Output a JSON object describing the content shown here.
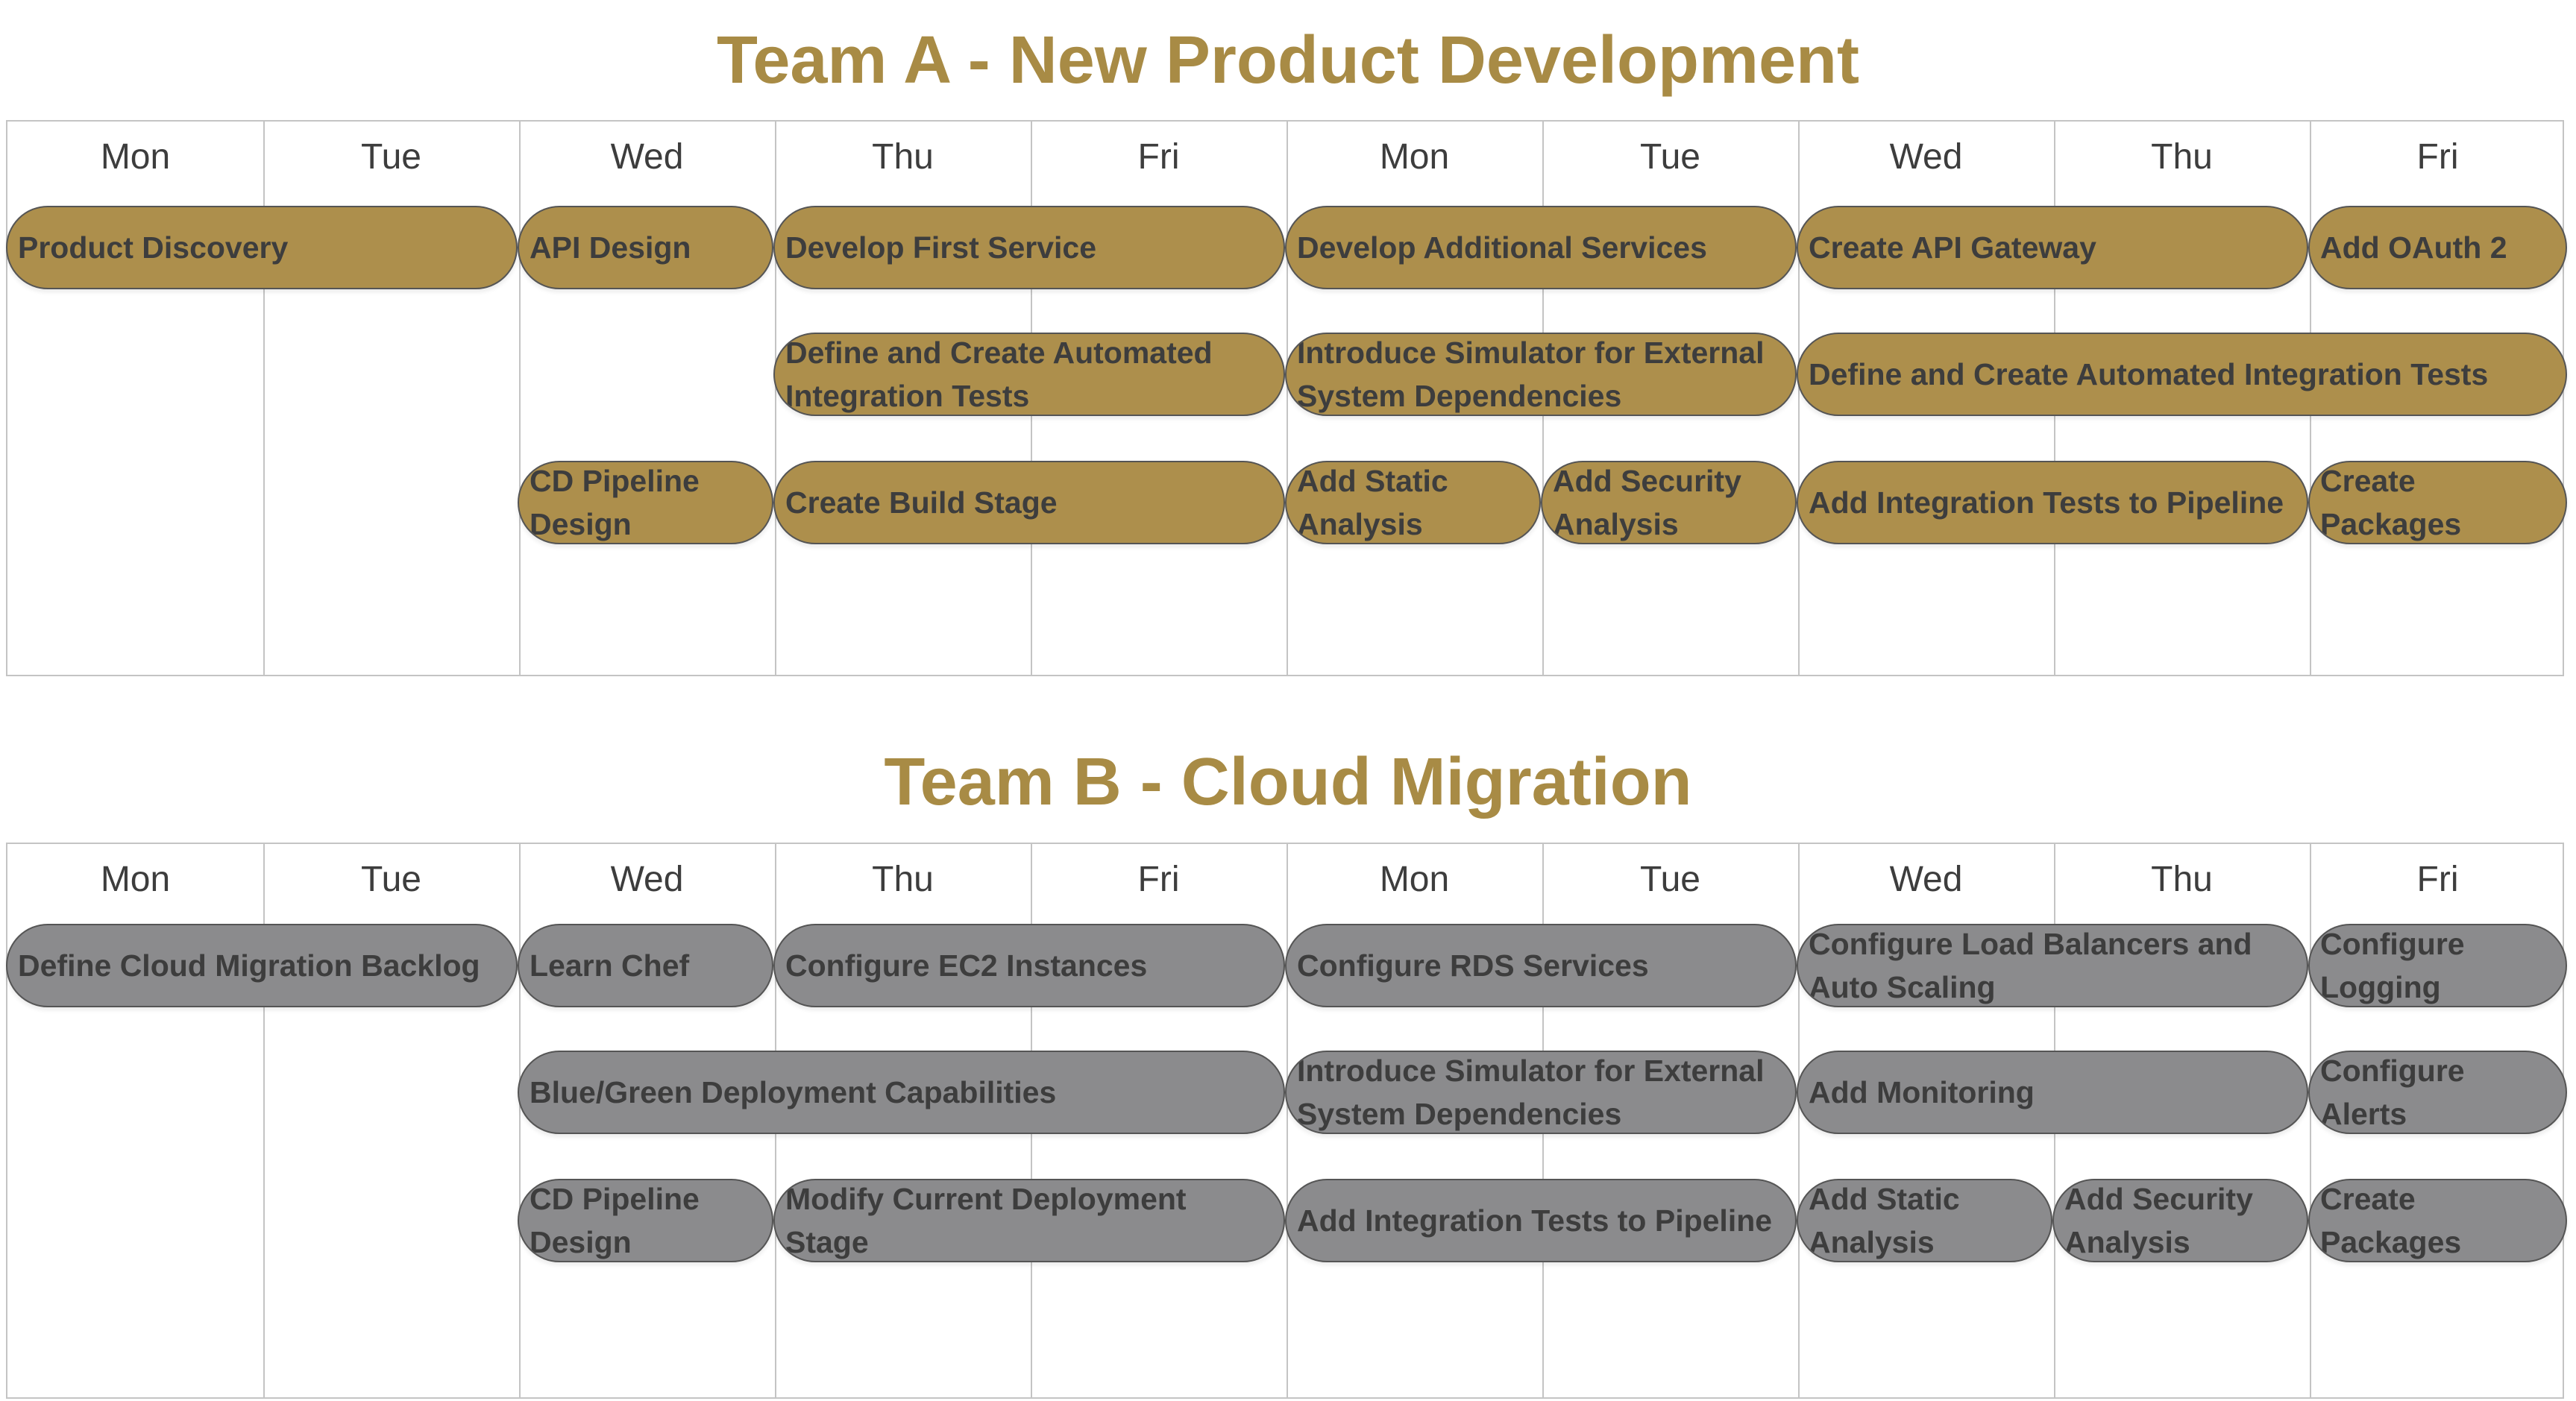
{
  "colors": {
    "team_a": "#ad8f4c",
    "team_b": "#8b8b8d",
    "title": "#a88b45"
  },
  "days": [
    "Mon",
    "Tue",
    "Wed",
    "Thu",
    "Fri",
    "Mon",
    "Tue",
    "Wed",
    "Thu",
    "Fri"
  ],
  "teams": [
    {
      "title": "Team A - New Product Development",
      "rows": [
        [
          {
            "label": "Product Discovery",
            "start": 0,
            "span": 2
          },
          {
            "label": "API Design",
            "start": 2,
            "span": 1
          },
          {
            "label": "Develop First Service",
            "start": 3,
            "span": 2
          },
          {
            "label": "Develop Additional Services",
            "start": 5,
            "span": 2
          },
          {
            "label": "Create API Gateway",
            "start": 7,
            "span": 2
          },
          {
            "label": "Add  OAuth 2",
            "start": 9,
            "span": 1
          }
        ],
        [
          {
            "label": "Define and Create Automated Integration Tests",
            "start": 3,
            "span": 2
          },
          {
            "label": "Introduce Simulator for External System Dependencies",
            "start": 5,
            "span": 2
          },
          {
            "label": "Define and Create Automated Integration Tests",
            "start": 7,
            "span": 3
          }
        ],
        [
          {
            "label": "CD Pipeline Design",
            "start": 2,
            "span": 1
          },
          {
            "label": "Create Build Stage",
            "start": 3,
            "span": 2
          },
          {
            "label": "Add Static Analysis",
            "start": 5,
            "span": 1
          },
          {
            "label": "Add Security Analysis",
            "start": 6,
            "span": 1
          },
          {
            "label": "Add Integration Tests to Pipeline",
            "start": 7,
            "span": 2
          },
          {
            "label": "Create Packages",
            "start": 9,
            "span": 1
          }
        ]
      ]
    },
    {
      "title": "Team B - Cloud Migration",
      "rows": [
        [
          {
            "label": "Define Cloud Migration Backlog",
            "start": 0,
            "span": 2
          },
          {
            "label": "Learn Chef",
            "start": 2,
            "span": 1
          },
          {
            "label": "Configure EC2 Instances",
            "start": 3,
            "span": 2
          },
          {
            "label": "Configure RDS Services",
            "start": 5,
            "span": 2
          },
          {
            "label": "Configure Load Balancers and Auto Scaling",
            "start": 7,
            "span": 2
          },
          {
            "label": "Configure Logging",
            "start": 9,
            "span": 1
          }
        ],
        [
          {
            "label": "Blue/Green Deployment Capabilities",
            "start": 2,
            "span": 3
          },
          {
            "label": "Introduce Simulator for External System Dependencies",
            "start": 5,
            "span": 2
          },
          {
            "label": "Add Monitoring",
            "start": 7,
            "span": 2
          },
          {
            "label": "Configure Alerts",
            "start": 9,
            "span": 1
          }
        ],
        [
          {
            "label": "CD Pipeline Design",
            "start": 2,
            "span": 1
          },
          {
            "label": "Modify Current Deployment Stage",
            "start": 3,
            "span": 2
          },
          {
            "label": "Add Integration Tests to Pipeline",
            "start": 5,
            "span": 2
          },
          {
            "label": "Add Static Analysis",
            "start": 7,
            "span": 1
          },
          {
            "label": "Add Security Analysis",
            "start": 8,
            "span": 1
          },
          {
            "label": "Create Packages",
            "start": 9,
            "span": 1
          }
        ]
      ]
    }
  ]
}
